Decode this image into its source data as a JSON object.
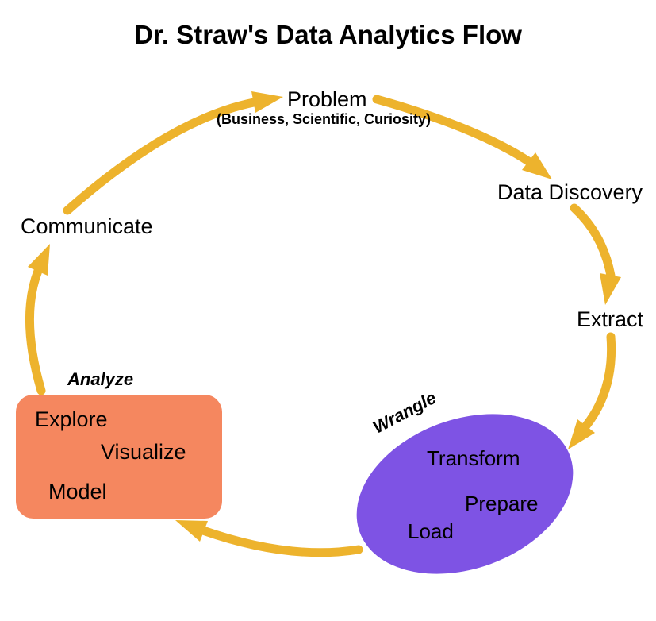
{
  "title": "Dr. Straw's Data Analytics Flow",
  "colors": {
    "arrow": "#EDB32D",
    "wrangle_fill": "#7E53E4",
    "analyze_fill": "#F5875F",
    "text": "#000000",
    "background": "#FFFFFF"
  },
  "nodes": {
    "problem": {
      "label": "Problem",
      "sublabel": "(Business, Scientific, Curiosity)"
    },
    "data_discovery": {
      "label": "Data Discovery"
    },
    "extract": {
      "label": "Extract"
    },
    "wrangle": {
      "label": "Wrangle",
      "items": [
        "Transform",
        "Prepare",
        "Load"
      ]
    },
    "analyze": {
      "label": "Analyze",
      "items": [
        "Explore",
        "Visualize",
        "Model"
      ]
    },
    "communicate": {
      "label": "Communicate"
    }
  },
  "edges": [
    [
      "Problem",
      "Data Discovery"
    ],
    [
      "Data Discovery",
      "Extract"
    ],
    [
      "Extract",
      "Wrangle"
    ],
    [
      "Wrangle",
      "Analyze"
    ],
    [
      "Analyze",
      "Communicate"
    ],
    [
      "Communicate",
      "Problem"
    ]
  ]
}
